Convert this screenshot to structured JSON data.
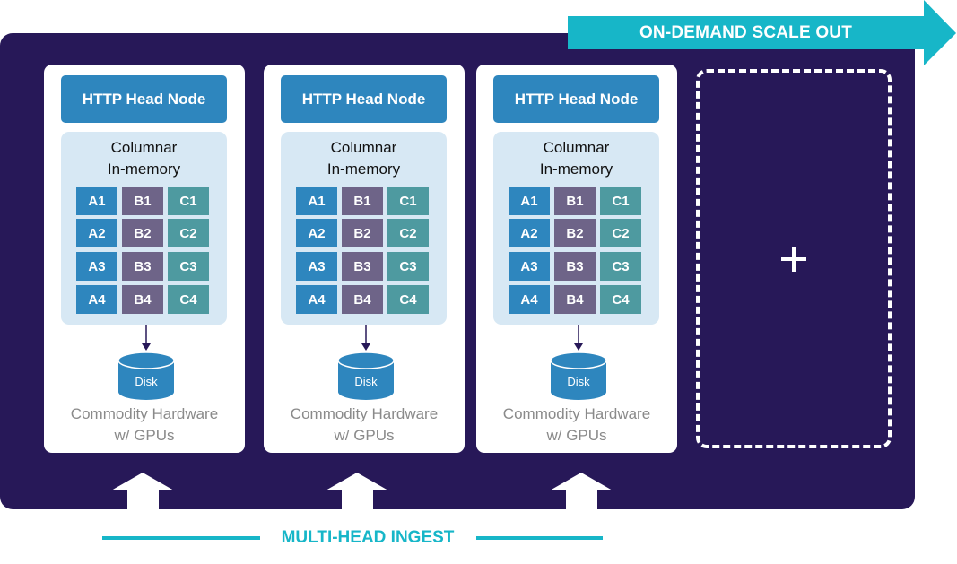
{
  "colors": {
    "panel": "#271858",
    "accent_cyan": "#17B6C8",
    "head_node": "#2E86BE",
    "column_a": "#2E86BE",
    "column_b": "#6E6488",
    "column_c": "#4E9AA0",
    "memory_bg": "#D7E8F4",
    "hardware_text": "#8A8A8A"
  },
  "scale_out": {
    "label": "ON-DEMAND SCALE OUT",
    "icon": "right-arrow-icon"
  },
  "ingest": {
    "label": "MULTI-HEAD INGEST",
    "icon": "up-arrow-icon"
  },
  "nodes": [
    {
      "head_label": "HTTP Head Node",
      "memory_title_line1": "Columnar",
      "memory_title_line2": "In-memory",
      "cells": [
        [
          "A1",
          "B1",
          "C1"
        ],
        [
          "A2",
          "B2",
          "C2"
        ],
        [
          "A3",
          "B3",
          "C3"
        ],
        [
          "A4",
          "B4",
          "C4"
        ]
      ],
      "disk_label": "Disk",
      "hardware_line1": "Commodity Hardware",
      "hardware_line2": "w/ GPUs"
    },
    {
      "head_label": "HTTP Head Node",
      "memory_title_line1": "Columnar",
      "memory_title_line2": "In-memory",
      "cells": [
        [
          "A1",
          "B1",
          "C1"
        ],
        [
          "A2",
          "B2",
          "C2"
        ],
        [
          "A3",
          "B3",
          "C3"
        ],
        [
          "A4",
          "B4",
          "C4"
        ]
      ],
      "disk_label": "Disk",
      "hardware_line1": "Commodity Hardware",
      "hardware_line2": "w/ GPUs"
    },
    {
      "head_label": "HTTP Head Node",
      "memory_title_line1": "Columnar",
      "memory_title_line2": "In-memory",
      "cells": [
        [
          "A1",
          "B1",
          "C1"
        ],
        [
          "A2",
          "B2",
          "C2"
        ],
        [
          "A3",
          "B3",
          "C3"
        ],
        [
          "A4",
          "B4",
          "C4"
        ]
      ],
      "disk_label": "Disk",
      "hardware_line1": "Commodity Hardware",
      "hardware_line2": "w/ GPUs"
    }
  ],
  "add_node": {
    "icon": "plus-icon"
  }
}
